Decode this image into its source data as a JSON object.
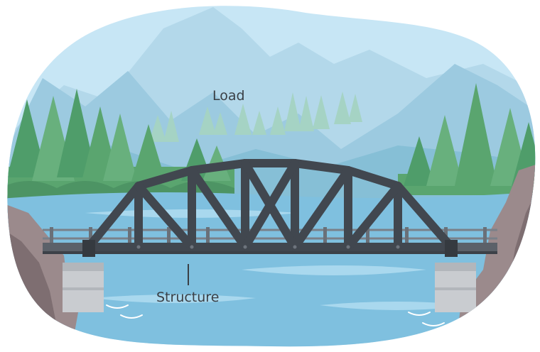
{
  "labels": {
    "load": "Load",
    "structure": "Structure"
  },
  "colors": {
    "sky": "#c7e6f5",
    "far_mountain": "#a9d1e6",
    "mid_mountain": "#8fc2da",
    "hill": "#7fb8d0",
    "forest_dark": "#4f9d6a",
    "forest_mid": "#68b07d",
    "forest_light": "#8fc49a",
    "water": "#7fc0df",
    "water_light": "#a9d8ee",
    "rock": "#9b8a8c",
    "rock_dark": "#7e6e71",
    "truss": "#41474f",
    "deck": "#5b6169",
    "pier": "#c9ccd0",
    "text": "#3a3f45"
  },
  "icons": [
    "truss-bridge",
    "mountain",
    "pine-tree",
    "river",
    "cliff"
  ]
}
